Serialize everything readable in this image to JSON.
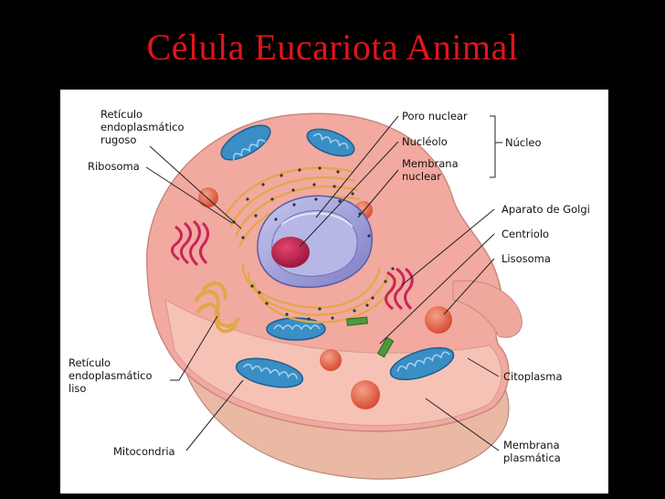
{
  "title": "Célula Eucariota Animal",
  "labels": {
    "reticulo_rugoso": "Retículo\nendoplasmático\nrugoso",
    "ribosoma": "Ribosoma",
    "poro_nuclear": "Poro nuclear",
    "nucleolo": "Nucléolo",
    "membrana_nuclear": "Membrana\nnuclear",
    "nucleo": "Núcleo",
    "aparato_golgi": "Aparato de Golgi",
    "centriolo": "Centriolo",
    "lisosoma": "Lisosoma",
    "reticulo_liso": "Retículo\nendoplasmático\nliso",
    "citoplasma": "Citoplasma",
    "mitocondria": "Mitocondria",
    "membrana_plasmatica": "Membrana\nplasmática"
  },
  "colors": {
    "title": "#e0141c",
    "background": "#000000",
    "cytoplasm": "#f2a9a0",
    "membrane": "#e9b9a4",
    "mitochondria": "#3a8ec6",
    "lysosome": "#e46a4c",
    "nucleus": "#9a9ad6",
    "nucleolus": "#c21e4e",
    "golgi": "#c8245a",
    "er": "#e7b85e"
  }
}
